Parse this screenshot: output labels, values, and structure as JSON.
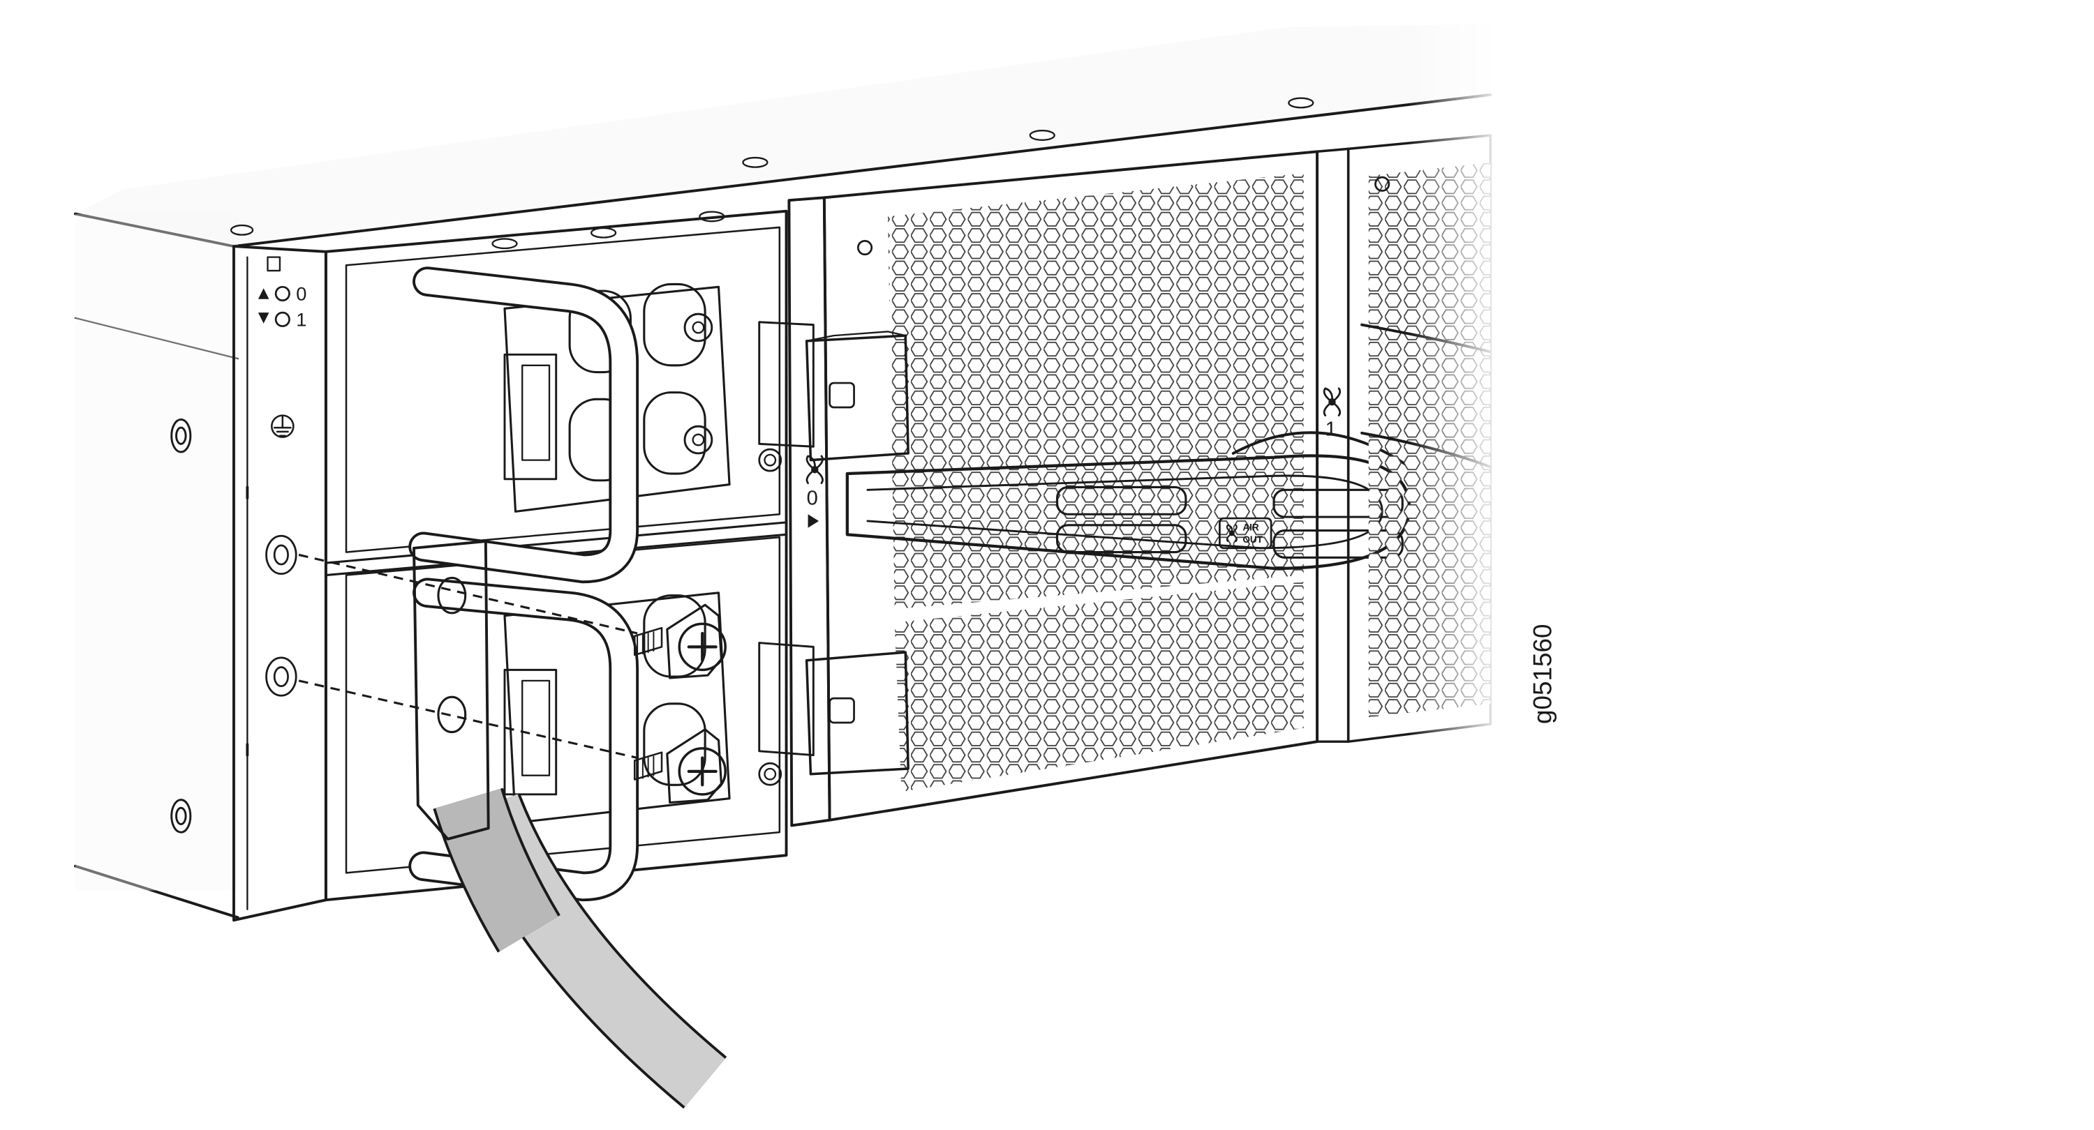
{
  "figure_id": "g051560",
  "psu_labels": {
    "psu0": "0",
    "psu1": "1"
  },
  "fan_labels": {
    "fan0": "0",
    "fan1": "1"
  },
  "air_badge": {
    "line1": "AIR",
    "line2": "OUT"
  },
  "icons": [
    "arrow-up-icon",
    "arrow-down-icon",
    "power-supply-icon",
    "ground-icon",
    "fan-icon",
    "air-out-icon",
    "screw-icon"
  ],
  "colors": {
    "line": "#1a1a1a",
    "panel": "#f4f4f4",
    "shadow": "#d9d9d9",
    "cable": "#cfcfcf",
    "lug": "#dedede",
    "background": "#ffffff"
  }
}
